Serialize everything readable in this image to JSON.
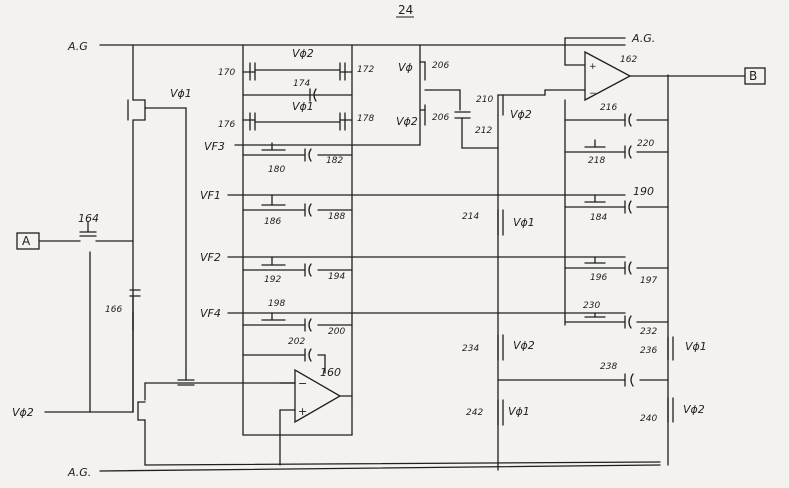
{
  "title": "24",
  "nodes": {
    "ag_top_left": "A.G",
    "ag_top_right": "A.G.",
    "ag_bottom": "A.G.",
    "input_a": "A",
    "output_b": "B",
    "vphi2_left": "Vϕ2",
    "vf3": "VF3",
    "vf1": "VF1",
    "vf2": "VF2",
    "vf4": "VF4"
  },
  "refs": {
    "r170": "170",
    "r172": "172",
    "r174": "174",
    "r176": "176",
    "r178": "178",
    "r180": "180",
    "r182": "182",
    "r186": "186",
    "r188": "188",
    "r192": "192",
    "r194": "194",
    "r198": "198",
    "r200": "200",
    "r202": "202",
    "r160": "160",
    "r162": "162",
    "r164": "164",
    "r166": "166",
    "r206a": "206",
    "r206b": "206",
    "r210": "210",
    "r212": "212",
    "r214": "214",
    "r216": "216",
    "r218": "218",
    "r220": "220",
    "r184": "184",
    "r190": "190",
    "r196": "196",
    "r197": "197",
    "r230": "230",
    "r232": "232",
    "r234": "234",
    "r236": "236",
    "r238": "238",
    "r240": "240",
    "r242": "242"
  },
  "clocks": {
    "c_vphi1_left": "Vϕ1",
    "c_vphi2_172": "Vϕ2",
    "c_vphi1_178": "Vϕ1",
    "c_vphi1_206": "Vϕ",
    "c_vphi2_206": "Vϕ2",
    "c_vphi2_212": "Vϕ2",
    "c_vphi1_214": "Vϕ1",
    "c_vphi2_234": "Vϕ2",
    "c_vphi1_242": "Vϕ1",
    "c_vphi1_236": "Vϕ1",
    "c_vphi2_240": "Vϕ2"
  },
  "opamp_signs": {
    "plus": "+",
    "minus": "−"
  }
}
